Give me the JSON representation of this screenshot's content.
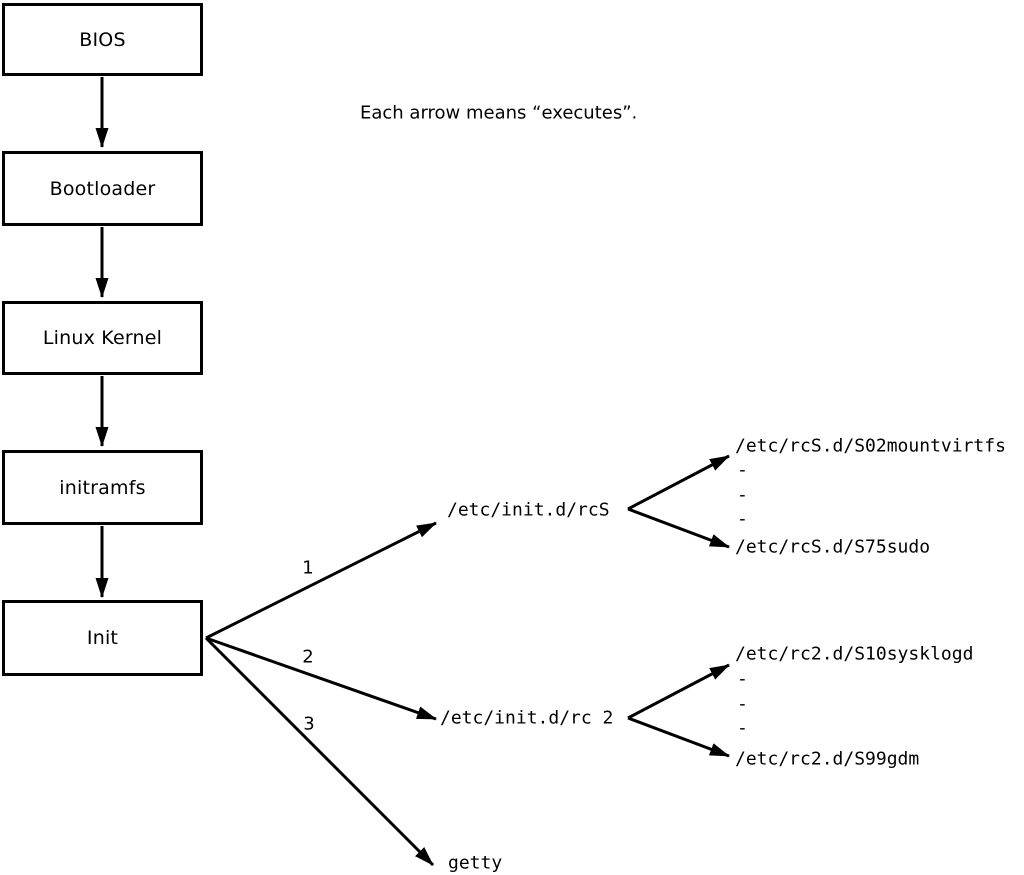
{
  "caption": "Each arrow means “executes”.",
  "chain": [
    {
      "label": "BIOS"
    },
    {
      "label": "Bootloader"
    },
    {
      "label": "Linux Kernel"
    },
    {
      "label": "initramfs"
    },
    {
      "label": "Init"
    }
  ],
  "init_branches": [
    {
      "number": "1",
      "target": "/etc/init.d/rcS"
    },
    {
      "number": "2",
      "target": "/etc/init.d/rc 2"
    },
    {
      "number": "3",
      "target": "getty"
    }
  ],
  "rcS_scripts": {
    "first": "/etc/rcS.d/S02mountvirtfs",
    "ellipsis": [
      "-",
      "-",
      "-"
    ],
    "last": "/etc/rcS.d/S75sudo"
  },
  "rc2_scripts": {
    "first": "/etc/rc2.d/S10sysklogd",
    "ellipsis": [
      "-",
      "-",
      "-"
    ],
    "last": "/etc/rc2.d/S99gdm"
  },
  "colors": {
    "ink": "#000000",
    "paper": "#ffffff"
  }
}
